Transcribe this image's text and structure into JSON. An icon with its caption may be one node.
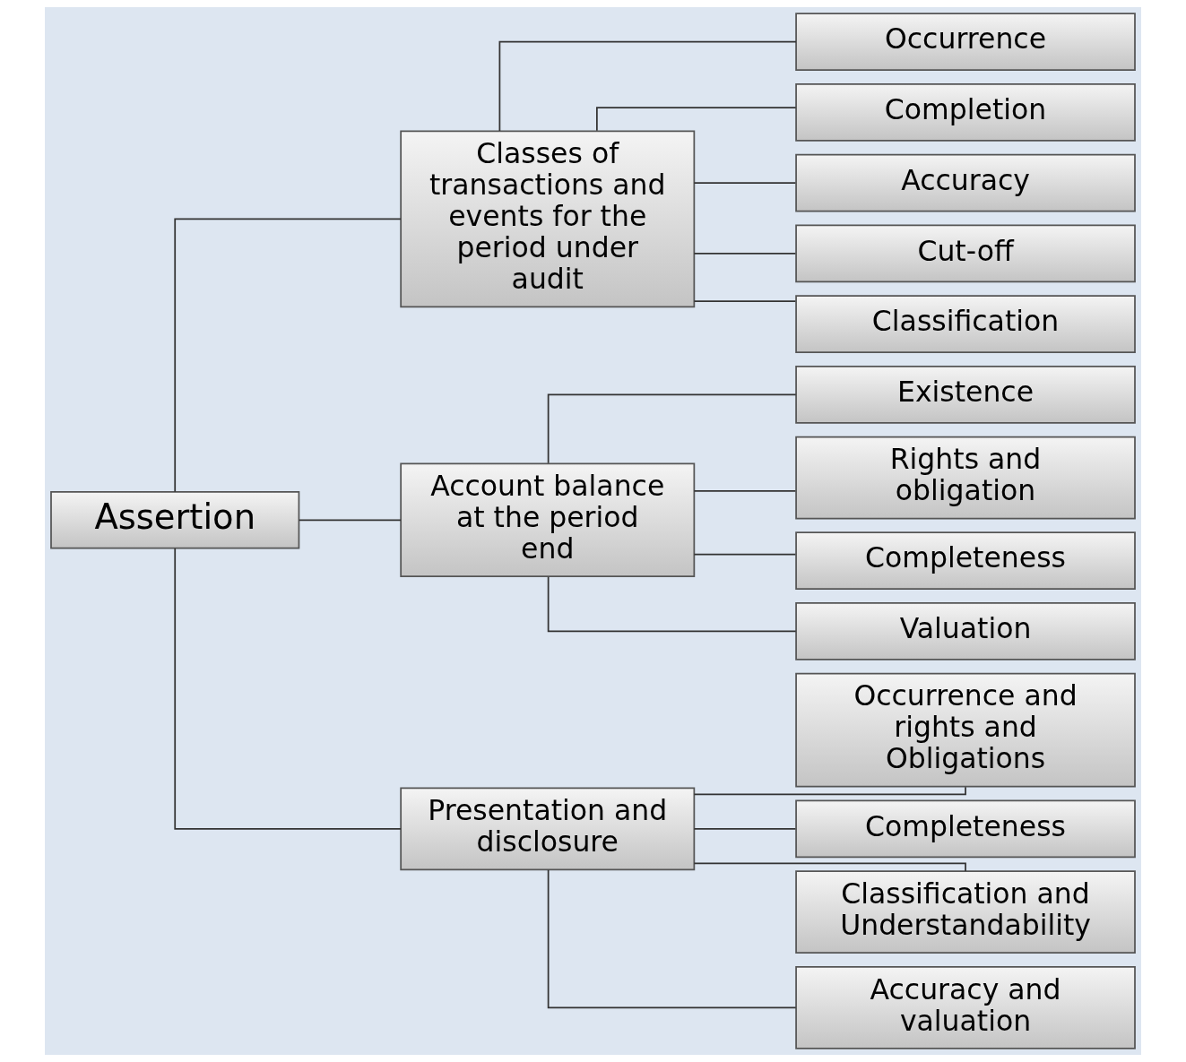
{
  "diagram": {
    "nodes": [
      {
        "text": [
          "Assertion"
        ]
      },
      {
        "text": [
          "Classes of transactions and events for the period under audit"
        ]
      },
      {
        "text": [
          "Account balance at the period end"
        ]
      },
      {
        "text": [
          "Presentation and disclosure"
        ]
      },
      {
        "text": [
          "Occurrence"
        ]
      },
      {
        "text": [
          "Completion"
        ]
      },
      {
        "text": [
          "Accuracy"
        ]
      },
      {
        "text": [
          "Cut-off"
        ]
      },
      {
        "text": [
          "Classification"
        ]
      },
      {
        "text": [
          "Existence"
        ]
      },
      {
        "text": [
          "Rights and obligation"
        ]
      },
      {
        "text": [
          "Completeness"
        ]
      },
      {
        "text": [
          "Valuation"
        ]
      },
      {
        "text": [
          "Occurrence and rights and Obligations"
        ]
      },
      {
        "text": [
          "Completeness"
        ]
      },
      {
        "text": [
          "Classification and Understandability"
        ]
      },
      {
        "text": [
          "Accuracy and valuation"
        ]
      }
    ],
    "edges": [
      {
        "from": 0,
        "to": 1,
        "arrow": "none"
      },
      {
        "from": 0,
        "to": 2,
        "arrow": "none"
      },
      {
        "from": 0,
        "to": 3,
        "arrow": "none"
      },
      {
        "from": 1,
        "to": 4,
        "arrow": "none"
      },
      {
        "from": 1,
        "to": 5,
        "arrow": "none"
      },
      {
        "from": 1,
        "to": 6,
        "arrow": "none"
      },
      {
        "from": 1,
        "to": 7,
        "arrow": "none"
      },
      {
        "from": 1,
        "to": 8,
        "arrow": "none"
      },
      {
        "from": 2,
        "to": 9,
        "arrow": "none"
      },
      {
        "from": 2,
        "to": 10,
        "arrow": "none"
      },
      {
        "from": 2,
        "to": 11,
        "arrow": "none"
      },
      {
        "from": 2,
        "to": 12,
        "arrow": "none"
      },
      {
        "from": 3,
        "to": 13,
        "arrow": "none"
      },
      {
        "from": 3,
        "to": 14,
        "arrow": "none"
      },
      {
        "from": 3,
        "to": 15,
        "arrow": "none"
      },
      {
        "from": 3,
        "to": 16,
        "arrow": "none"
      }
    ]
  }
}
